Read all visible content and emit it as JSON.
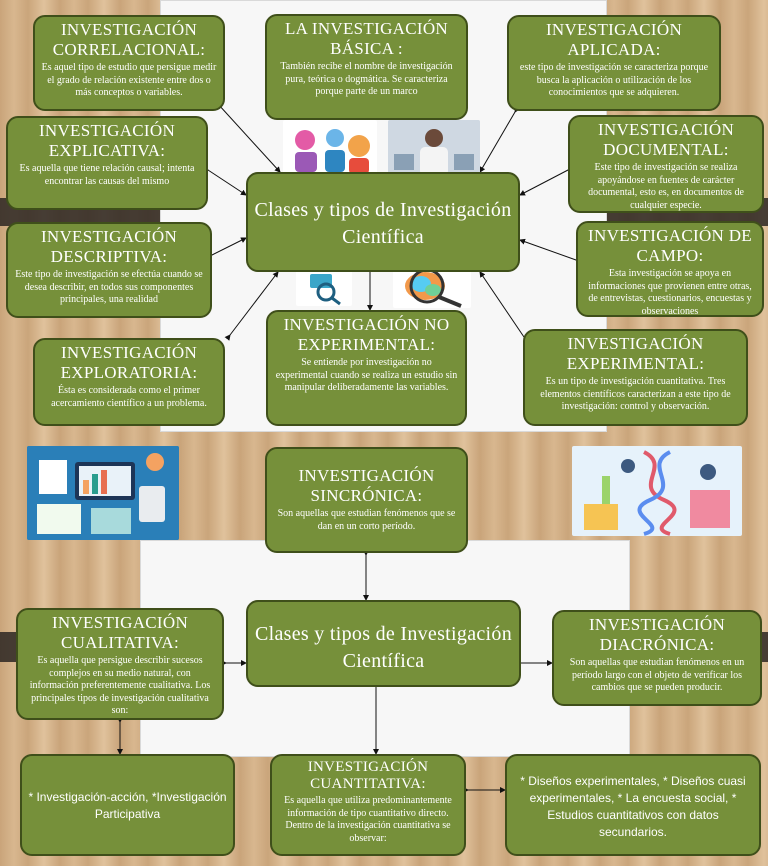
{
  "top": {
    "center": {
      "title": "Clases y tipos de Investigación Científica"
    },
    "correlacional": {
      "title": "INVESTIGACIÓN CORRELACIONAL:",
      "text": "Es aquel tipo de estudio que persigue medir el grado de relación existente entre dos o más conceptos o variables."
    },
    "basica": {
      "title": "LA INVESTIGACIÓN BÁSICA :",
      "text": "También recibe el nombre de investigación pura, teórica o dogmática. Se caracteriza porque parte de un marco"
    },
    "aplicada": {
      "title": "INVESTIGACIÓN APLICADA:",
      "text": "este tipo de investigación se caracteriza porque busca la aplicación o utilización de los conocimientos que se adquieren."
    },
    "explicativa": {
      "title": "INVESTIGACIÓN EXPLICATIVA:",
      "text": "Es aquella que tiene relación causal; intenta encontrar las causas del mismo"
    },
    "documental": {
      "title": "INVESTIGACIÓN DOCUMENTAL:",
      "text": "Este tipo de investigación se realiza apoyándose en fuentes de carácter documental, esto es, en documentos de cualquier especie."
    },
    "descriptiva": {
      "title": "INVESTIGACIÓN DESCRIPTIVA:",
      "text": "Este tipo de investigación se efectúa cuando se desea describir, en todos sus componentes principales, una realidad"
    },
    "campo": {
      "title": "INVESTIGACIÓN DE CAMPO:",
      "text": "Esta investigación se apoya en informaciones que provienen entre otras, de entrevistas, cuestionarios, encuestas y observaciones"
    },
    "exploratoria": {
      "title": "INVESTIGACIÓN EXPLORATORIA:",
      "text": "Ésta es considerada como el primer acercamiento científico a un problema."
    },
    "no_experimental": {
      "title": "INVESTIGACIÓN NO EXPERIMENTAL:",
      "text": "Se entiende por investigación no experimental cuando se realiza un estudio sin manipular deliberadamente las variables."
    },
    "experimental": {
      "title": "INVESTIGACIÓN EXPERIMENTAL:",
      "text": "Es un tipo de investigación cuantitativa. Tres elementos científicos caracterizan a este tipo de investigación: control y observación."
    }
  },
  "bottom": {
    "center": {
      "title": "Clases y tipos de Investigación Científica"
    },
    "sincronica": {
      "title": "INVESTIGACIÓN SINCRÓNICA:",
      "text": "Son aquellas que estudian fenómenos que se dan en un corto período."
    },
    "cualitativa": {
      "title": "INVESTIGACIÓN CUALITATIVA:",
      "text": "Es aquella que persigue describir sucesos complejos en su medio natural, con información preferentemente cualitativa. Los principales tipos de investigación cualitativa son:"
    },
    "diacronica": {
      "title": "INVESTIGACIÓN DIACRÓNICA:",
      "text": "Son aquellas que estudian fenómenos en un período largo con el objeto de verificar los cambios que se pueden producir."
    },
    "cualitativa_list": {
      "text": "* Investigación-acción, *Investigación Participativa"
    },
    "cuantitativa": {
      "title": "INVESTIGACIÓN CUANTITATIVA:",
      "text": "Es aquella que utiliza predominantemente información de tipo cuantitativo directo. Dentro de la investigación cuantitativa se observar:"
    },
    "cuantitativa_list": {
      "text": "* Diseños experimentales, * Diseños cuasi experimentales, * La encuesta social, * Estudios cuantitativos con datos secundarios."
    }
  },
  "colors": {
    "box_fill": "#76903a",
    "box_border": "#3f4f1a",
    "panel": "#f7f7f7"
  },
  "icons": [
    "people-illustration",
    "scientist-photo",
    "search-icon",
    "brain-magnifier-icon",
    "office-desk-illustration",
    "dna-lab-illustration"
  ]
}
